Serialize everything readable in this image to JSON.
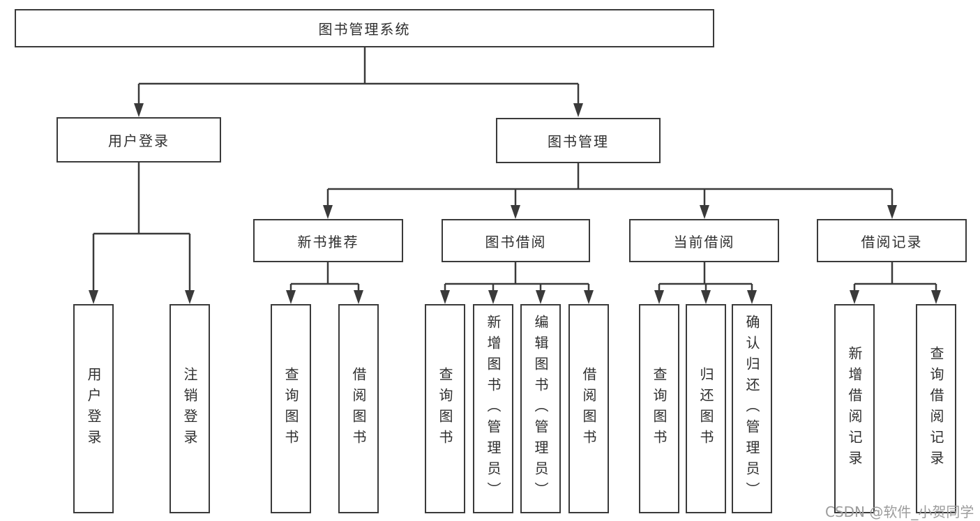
{
  "diagram": {
    "root": "图书管理系统",
    "branches": {
      "user_login": "用户登录",
      "book_mgmt": "图书管理"
    },
    "modules": {
      "new_books": "新书推荐",
      "book_borrow": "图书借阅",
      "current_borrow": "当前借阅",
      "borrow_records": "借阅记录"
    },
    "leaves": {
      "user_login": [
        "用户登录",
        "注销登录"
      ],
      "new_books": [
        "查询图书",
        "借阅图书"
      ],
      "book_borrow": [
        "查询图书",
        "新增图书（管理员）",
        "编辑图书（管理员）",
        "借阅图书"
      ],
      "current_borrow": [
        "查询图书",
        "归还图书",
        "确认归还（管理员）"
      ],
      "borrow_records": [
        "新增借阅记录",
        "查询借阅记录"
      ]
    }
  },
  "watermark": "CSDN @软件_小贺同学",
  "colors": {
    "line": "#3a3a3a",
    "text": "#2f2f2f",
    "background": "#ffffff",
    "watermark": "#9c9c9c"
  }
}
